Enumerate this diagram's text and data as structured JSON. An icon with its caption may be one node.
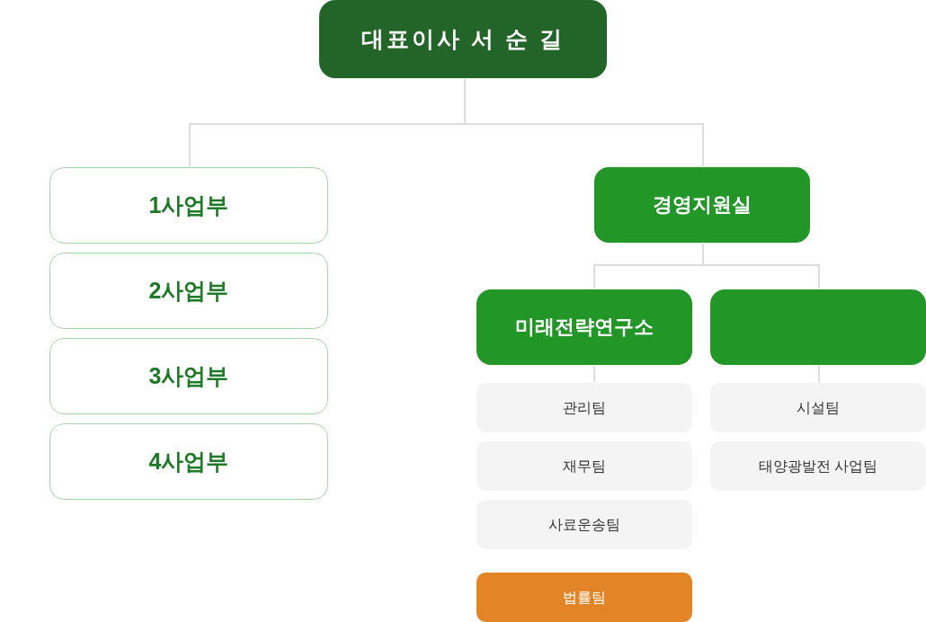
{
  "diagram": {
    "nodes": [
      {
        "text": [
          "대표이사 서 순 길"
        ]
      },
      {
        "text": [
          "1사업부"
        ]
      },
      {
        "text": [
          "2사업부"
        ]
      },
      {
        "text": [
          "3사업부"
        ]
      },
      {
        "text": [
          "4사업부"
        ]
      },
      {
        "text": [
          "경영지원실"
        ]
      },
      {
        "text": [
          "미래전략연구소"
        ]
      },
      {
        "text": [],
        "shape": "box"
      },
      {
        "text": [
          "관리팀"
        ]
      },
      {
        "text": [
          "재무팀"
        ]
      },
      {
        "text": [
          "사료운송팀"
        ]
      },
      {
        "text": [
          "법률팀"
        ]
      },
      {
        "text": [
          "시설팀"
        ]
      },
      {
        "text": [
          "태양광발전 사업팀"
        ]
      }
    ],
    "edges": [
      {
        "from": 0,
        "to": 1,
        "arrow": "none"
      },
      {
        "from": 0,
        "to": 5,
        "arrow": "none"
      },
      {
        "from": 5,
        "to": 6,
        "arrow": "none"
      },
      {
        "from": 5,
        "to": 7,
        "arrow": "none"
      },
      {
        "from": 6,
        "to": 8,
        "arrow": "none"
      },
      {
        "from": 7,
        "to": 12,
        "arrow": "none"
      }
    ]
  }
}
